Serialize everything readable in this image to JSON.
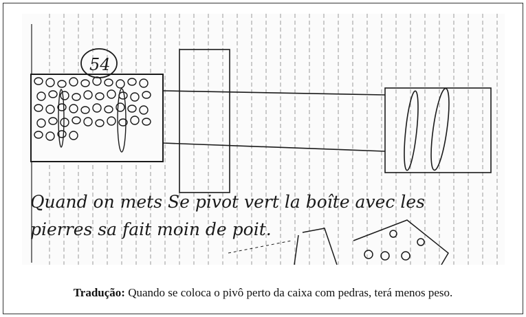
{
  "figure": {
    "badge_number": "54",
    "handwritten_lines": [
      "Quand on mets Se pivot vert la boîte avec les",
      "pierres sa fait moin de poit."
    ]
  },
  "caption": {
    "label": "Tradução:",
    "text": "Quando se coloca o pivô perto da caixa com pedras, terá menos peso."
  },
  "colors": {
    "ink": "#1a1a1a",
    "paper": "#fbfbfb",
    "ruling": "#9a9a9a"
  }
}
